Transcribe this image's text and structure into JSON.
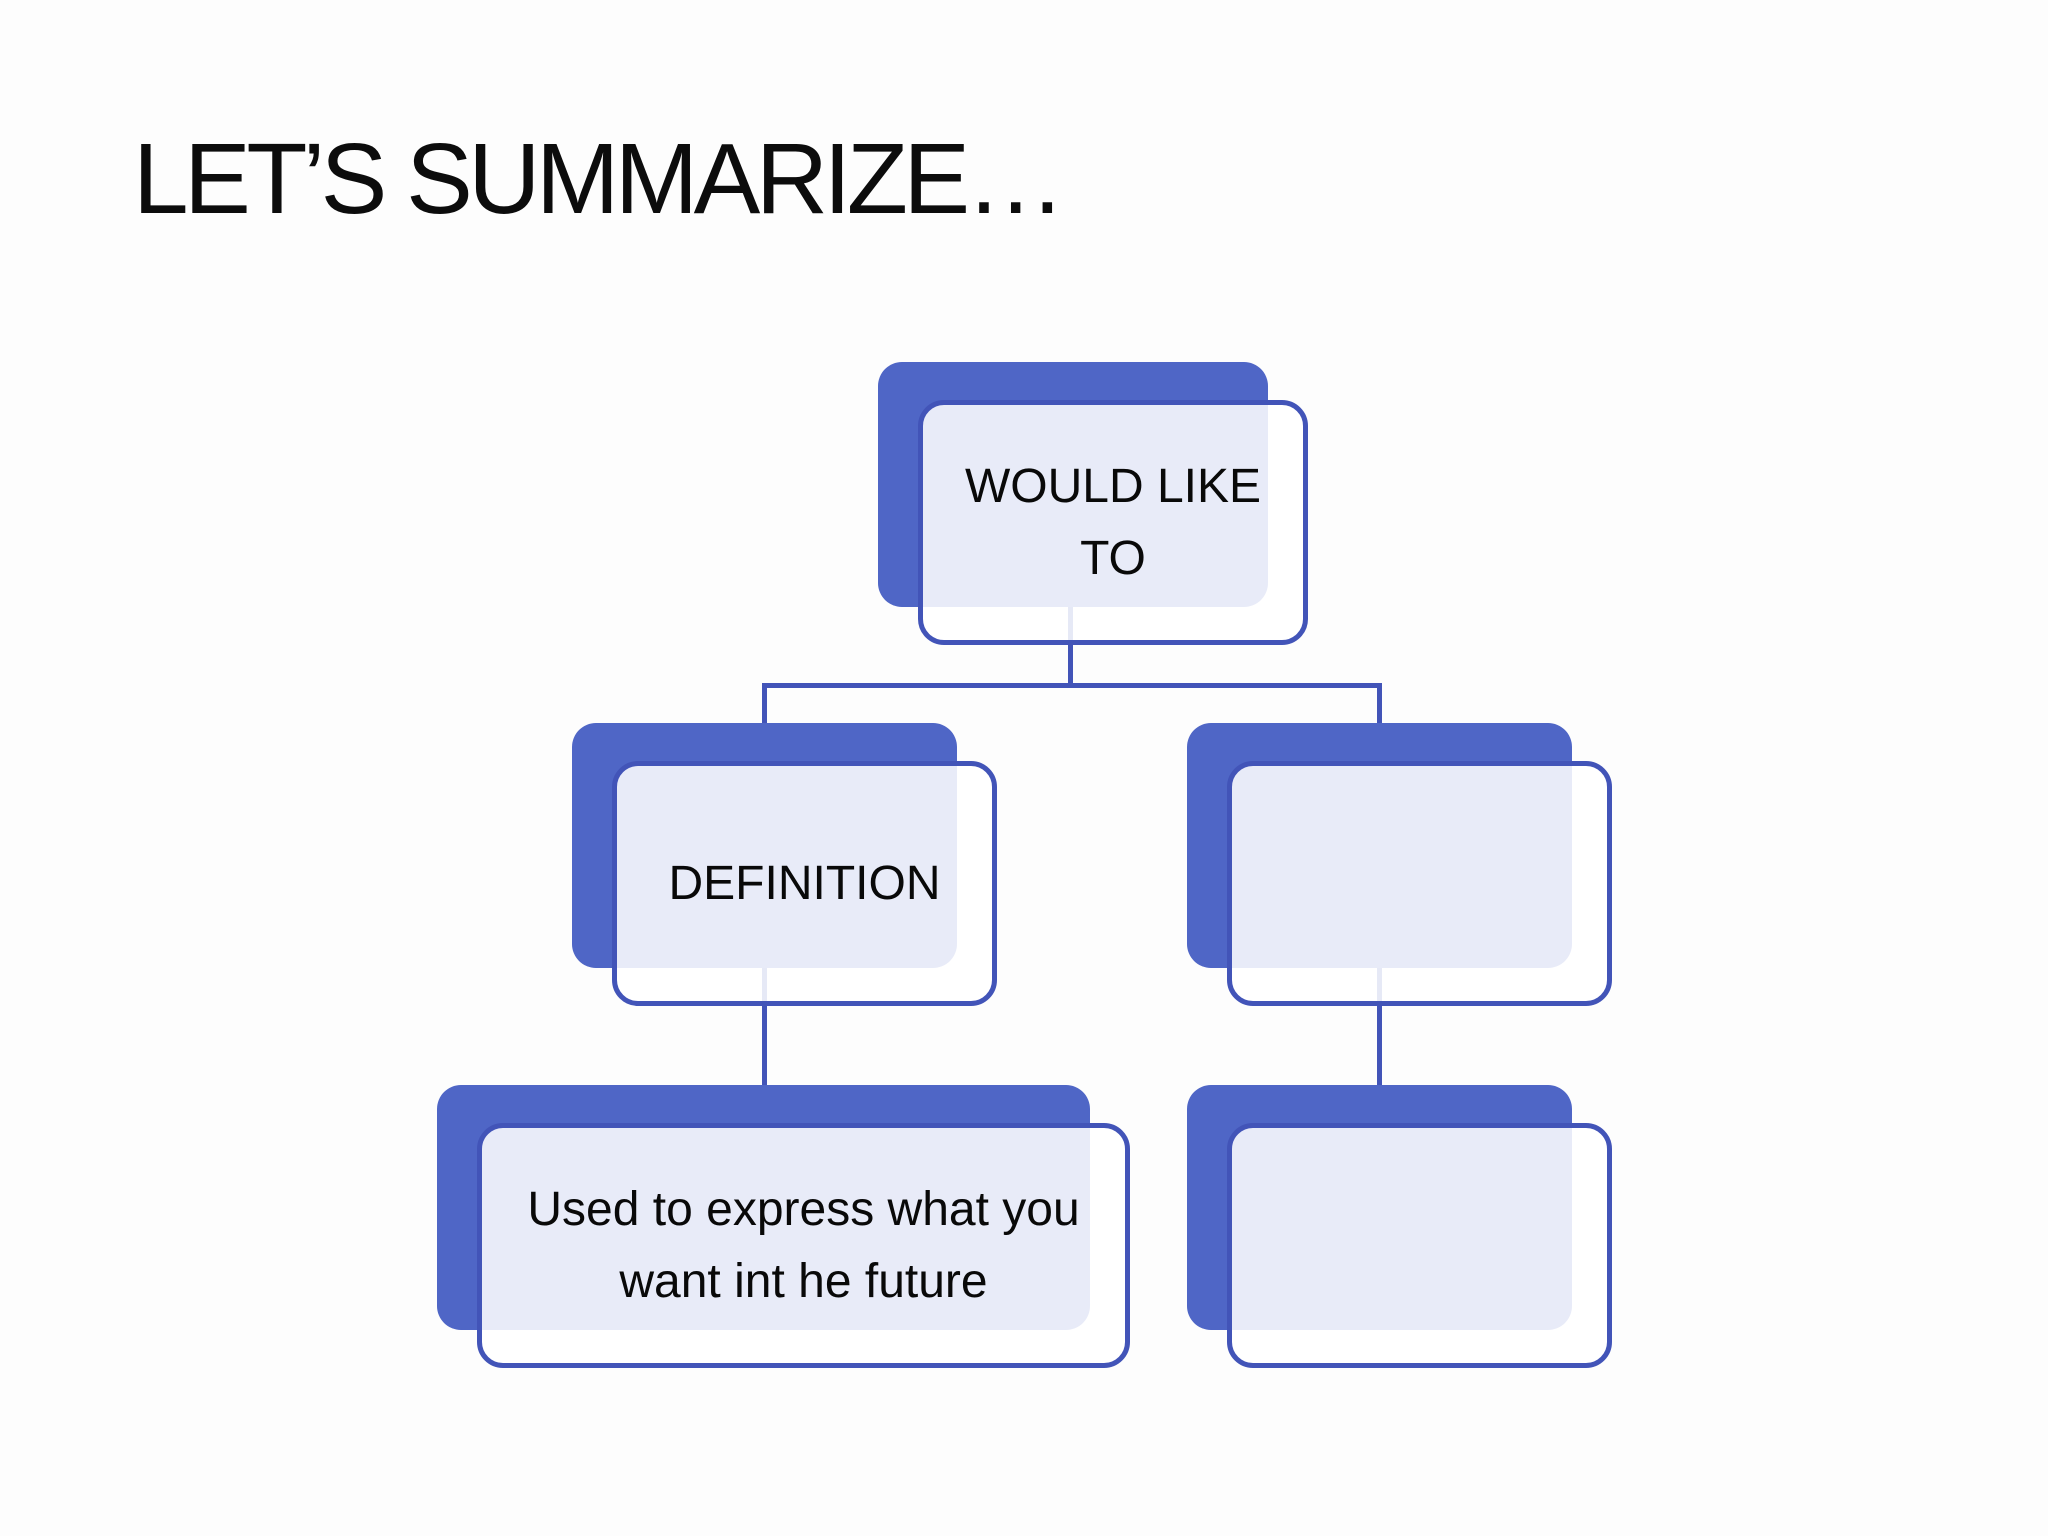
{
  "slide": {
    "title": "LET’S SUMMARIZE…"
  },
  "colors": {
    "node_back_fill": "#4f66c6",
    "node_border": "#4254b8",
    "connector": "#4254b8",
    "node_front_fill": "rgba(255,255,255,0.87)",
    "overlap_tint": "#e8ebf8",
    "background": "#fdfdfd",
    "text": "#0c0c0c"
  },
  "diagram": {
    "type": "hierarchy",
    "nodes": {
      "root": {
        "label": "WOULD LIKE TO",
        "children": [
          "definition",
          "usage"
        ]
      },
      "definition": {
        "label": "DEFINITION",
        "children": [
          "definition_detail"
        ]
      },
      "usage": {
        "label": "",
        "children": [
          "usage_detail"
        ]
      },
      "definition_detail": {
        "label": "Used to express what you want int he future",
        "children": []
      },
      "usage_detail": {
        "label": "",
        "children": []
      }
    }
  }
}
